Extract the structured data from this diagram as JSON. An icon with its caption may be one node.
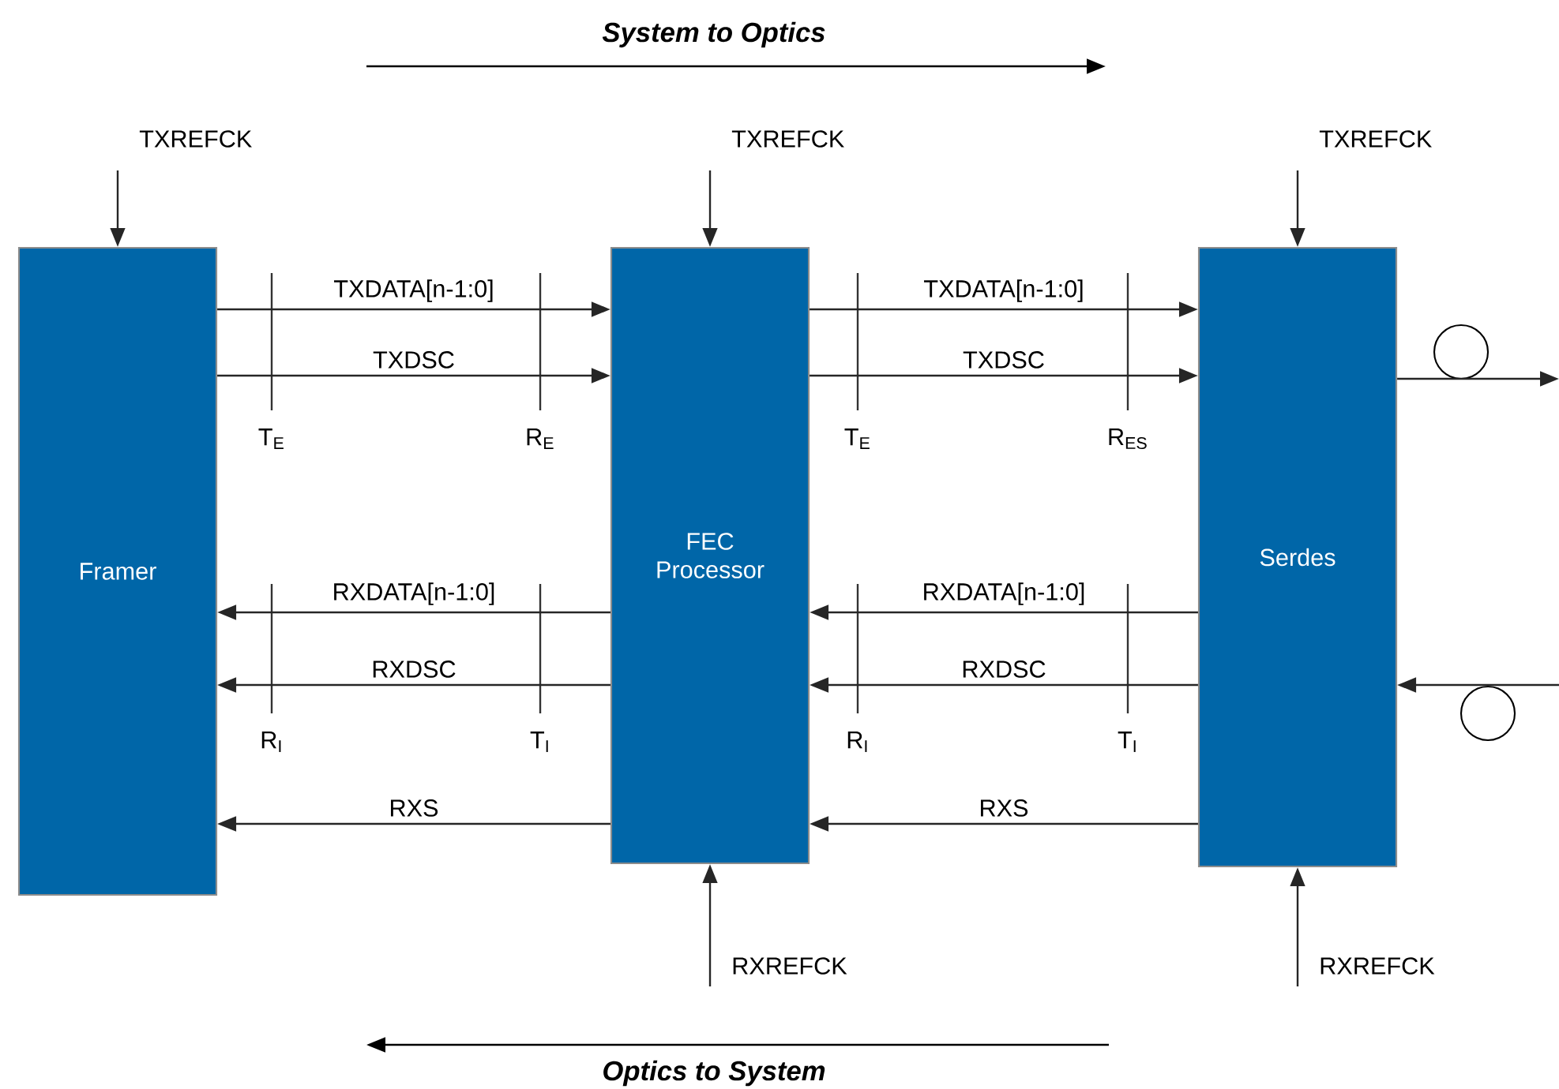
{
  "diagram": {
    "nodes": [
      {
        "text": [
          "Framer"
        ]
      },
      {
        "text": [
          "FEC Processor"
        ]
      },
      {
        "text": [
          "Serdes"
        ]
      }
    ],
    "edges": [
      {
        "from": null,
        "to": 0,
        "arrow": "to",
        "label": "TXREFCK"
      },
      {
        "from": null,
        "to": 1,
        "arrow": "to",
        "label": "TXREFCK"
      },
      {
        "from": null,
        "to": 2,
        "arrow": "to",
        "label": "TXREFCK"
      },
      {
        "from": 0,
        "to": 1,
        "arrow": "to",
        "label": "TXDATA[n-1:0]"
      },
      {
        "from": 0,
        "to": 1,
        "arrow": "to",
        "label": "TXDSC"
      },
      {
        "from": 1,
        "to": 0,
        "arrow": "to",
        "label": "RXDATA[n-1:0]"
      },
      {
        "from": 1,
        "to": 0,
        "arrow": "to",
        "label": "RXDSC"
      },
      {
        "from": 1,
        "to": 0,
        "arrow": "to",
        "label": "RXS"
      },
      {
        "from": 1,
        "to": 2,
        "arrow": "to",
        "label": "TXDATA[n-1:0]"
      },
      {
        "from": 1,
        "to": 2,
        "arrow": "to",
        "label": "TXDSC"
      },
      {
        "from": 2,
        "to": 1,
        "arrow": "to",
        "label": "RXDATA[n-1:0]"
      },
      {
        "from": 2,
        "to": 1,
        "arrow": "to",
        "label": "RXDSC"
      },
      {
        "from": 2,
        "to": 1,
        "arrow": "to",
        "label": "RXS"
      },
      {
        "from": null,
        "to": 1,
        "arrow": "to",
        "label": "RXREFCK"
      },
      {
        "from": null,
        "to": 2,
        "arrow": "to",
        "label": "RXREFCK"
      },
      {
        "from": 2,
        "to": null,
        "arrow": "to"
      },
      {
        "from": null,
        "to": 2,
        "arrow": "to"
      }
    ],
    "labels": [
      "System to Optics",
      "T$_{E}$",
      "R$_{E}$",
      "T$_{E}$",
      "R$_{ES}$",
      "R$_{I}$",
      "T$_{I}$",
      "R$_{I}$",
      "T$_{I}$",
      "Optics to System"
    ]
  }
}
